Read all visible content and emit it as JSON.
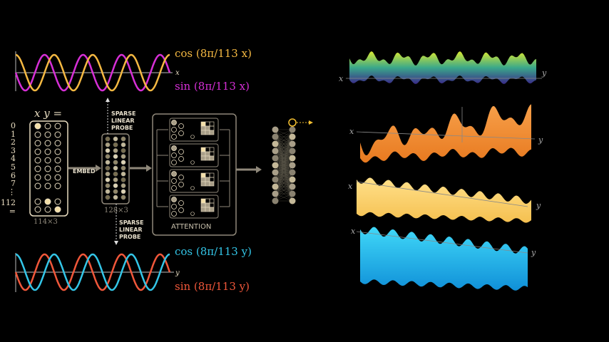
{
  "top_wave": {
    "cos_label": "cos (8π/113 x)",
    "sin_label": "sin (8π/113 x)",
    "axis_label": "x",
    "cos_color": "#f5b942",
    "sin_color": "#d62fd6"
  },
  "bottom_wave": {
    "cos_label": "cos (8π/113 y)",
    "sin_label": "sin (8π/113 y)",
    "axis_label": "y",
    "cos_color": "#33c6e8",
    "sin_color": "#f0573a"
  },
  "input": {
    "header": "x y =",
    "rows": [
      "0",
      "1",
      "2",
      "3",
      "4",
      "5",
      "6",
      "7",
      "⋮",
      "112",
      "="
    ],
    "size": "114×3"
  },
  "embed": {
    "label": "EMBED",
    "size": "128×3"
  },
  "probe_top": "SPARSE\nLINEAR\nPROBE",
  "probe_bottom": "SPARSE\nLINEAR\nPROBE",
  "attention": {
    "label": "ATTENTION",
    "heads": 4
  },
  "surfaces": [
    {
      "x": "x",
      "y": "y",
      "colors": [
        "#d8e830",
        "#3aa88a",
        "#3a2a8a"
      ]
    },
    {
      "x": "x",
      "y": "y",
      "colors": [
        "#f7a04a",
        "#e87a20"
      ]
    },
    {
      "x": "x",
      "y": "y",
      "colors": [
        "#ffe08a",
        "#f5c050"
      ]
    },
    {
      "x": "x",
      "y": "y",
      "colors": [
        "#40d8f8",
        "#1090d8"
      ]
    }
  ]
}
